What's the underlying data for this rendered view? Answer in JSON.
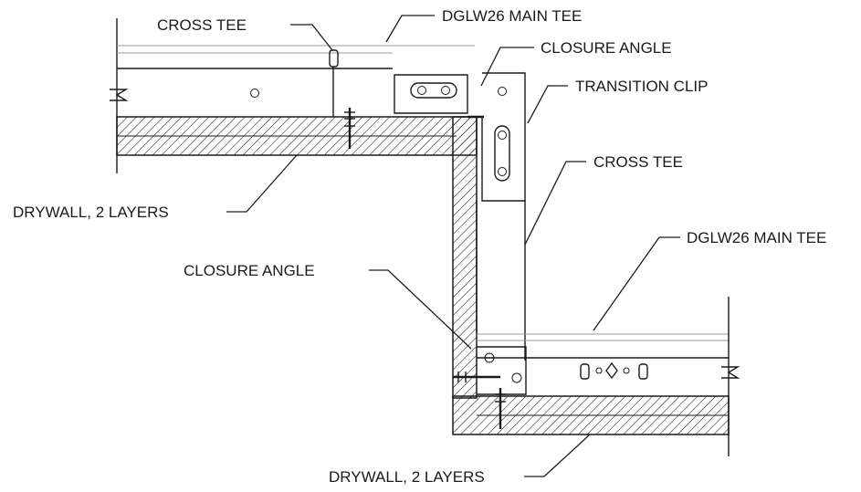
{
  "labels": {
    "cross_tee_top": "CROSS TEE",
    "main_tee_top": "DGLW26 MAIN TEE",
    "closure_angle_top": "CLOSURE ANGLE",
    "transition_clip": "TRANSITION CLIP",
    "cross_tee_right": "CROSS TEE",
    "drywall_upper": "DRYWALL, 2 LAYERS",
    "main_tee_lower": "DGLW26 MAIN TEE",
    "closure_angle_lower": "CLOSURE ANGLE",
    "drywall_lower": "DRYWALL, 2 LAYERS"
  },
  "colors": {
    "ink": "#1a1a1a",
    "gray": "#9a9a9a",
    "background": "#ffffff"
  }
}
